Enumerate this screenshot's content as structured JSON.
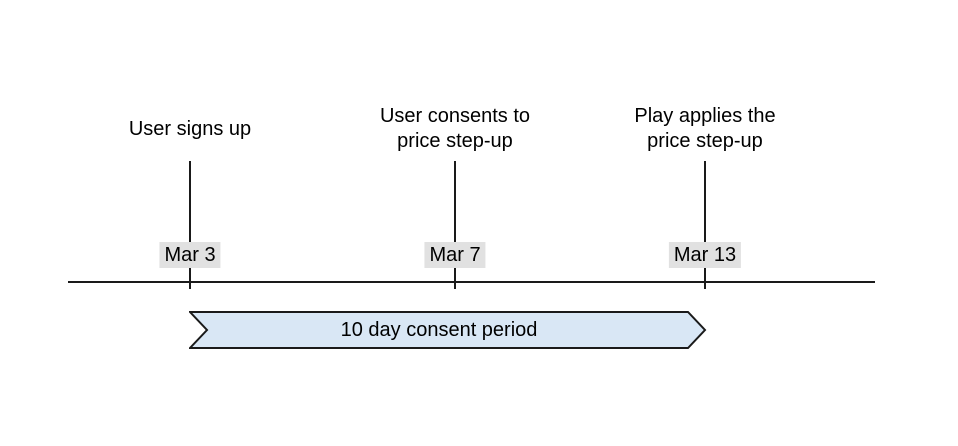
{
  "timeline": {
    "events": [
      {
        "label": "User signs up",
        "date": "Mar 3"
      },
      {
        "label": "User consents to\nprice step-up",
        "date": "Mar 7"
      },
      {
        "label": "Play applies the\nprice step-up",
        "date": "Mar 13"
      }
    ],
    "period_banner": {
      "label": "10 day consent period"
    },
    "colors": {
      "banner_fill": "#d9e7f5",
      "banner_border": "#1a1a1a",
      "line": "#1a1a1a",
      "date_label_bg": "#e1e1e1",
      "text": "#000000"
    }
  }
}
